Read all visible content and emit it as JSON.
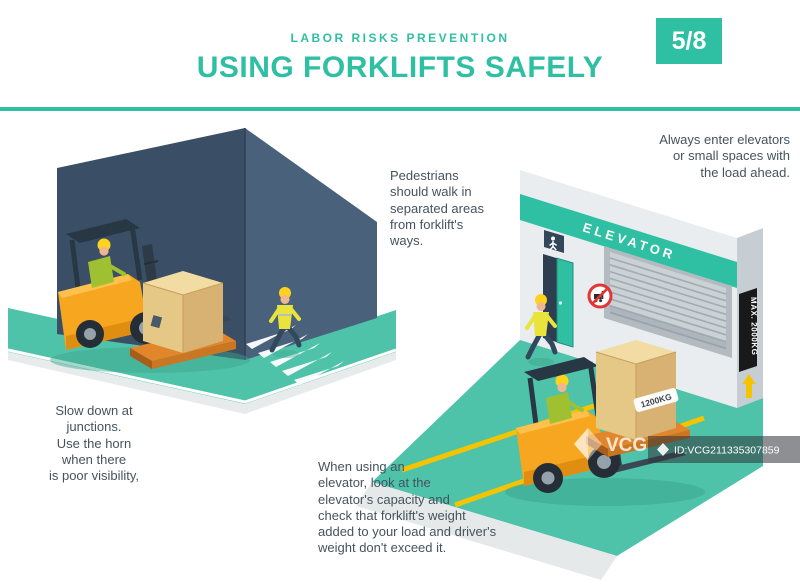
{
  "header": {
    "kicker": "LABOR RISKS PREVENTION",
    "title": "USING FORKLIFTS SAFELY",
    "page_badge": "5/8"
  },
  "notes": {
    "pedestrians": "Pedestrians\nshould walk in\nseparated areas\nfrom forklift's\nways.",
    "slow_down": "Slow down at\njunctions.\nUse the horn\nwhen there\nis poor visibility,",
    "elevator_enter": "Always enter elevators\nor small spaces with\nthe load ahead.",
    "elevator_capacity": "When using an\nelevator, look at the\nelevator's capacity and\ncheck that forklift's weight\nadded to your load and driver's\nweight don't exceed it."
  },
  "scene": {
    "elevator_label": "ELEVATOR",
    "max_load_label": "MAX. 2000KG",
    "crate_weight_label": "1200KG"
  },
  "watermark": {
    "logo": "VCG",
    "id_text": "ID:VCG211335307859"
  },
  "colors": {
    "teal": "#2FBFA3",
    "floor": "#4FC3AA",
    "navy": "#3A4F66",
    "navy2": "#4A617B",
    "fork-yellow": "#F6A71F",
    "note": "#45535E"
  }
}
